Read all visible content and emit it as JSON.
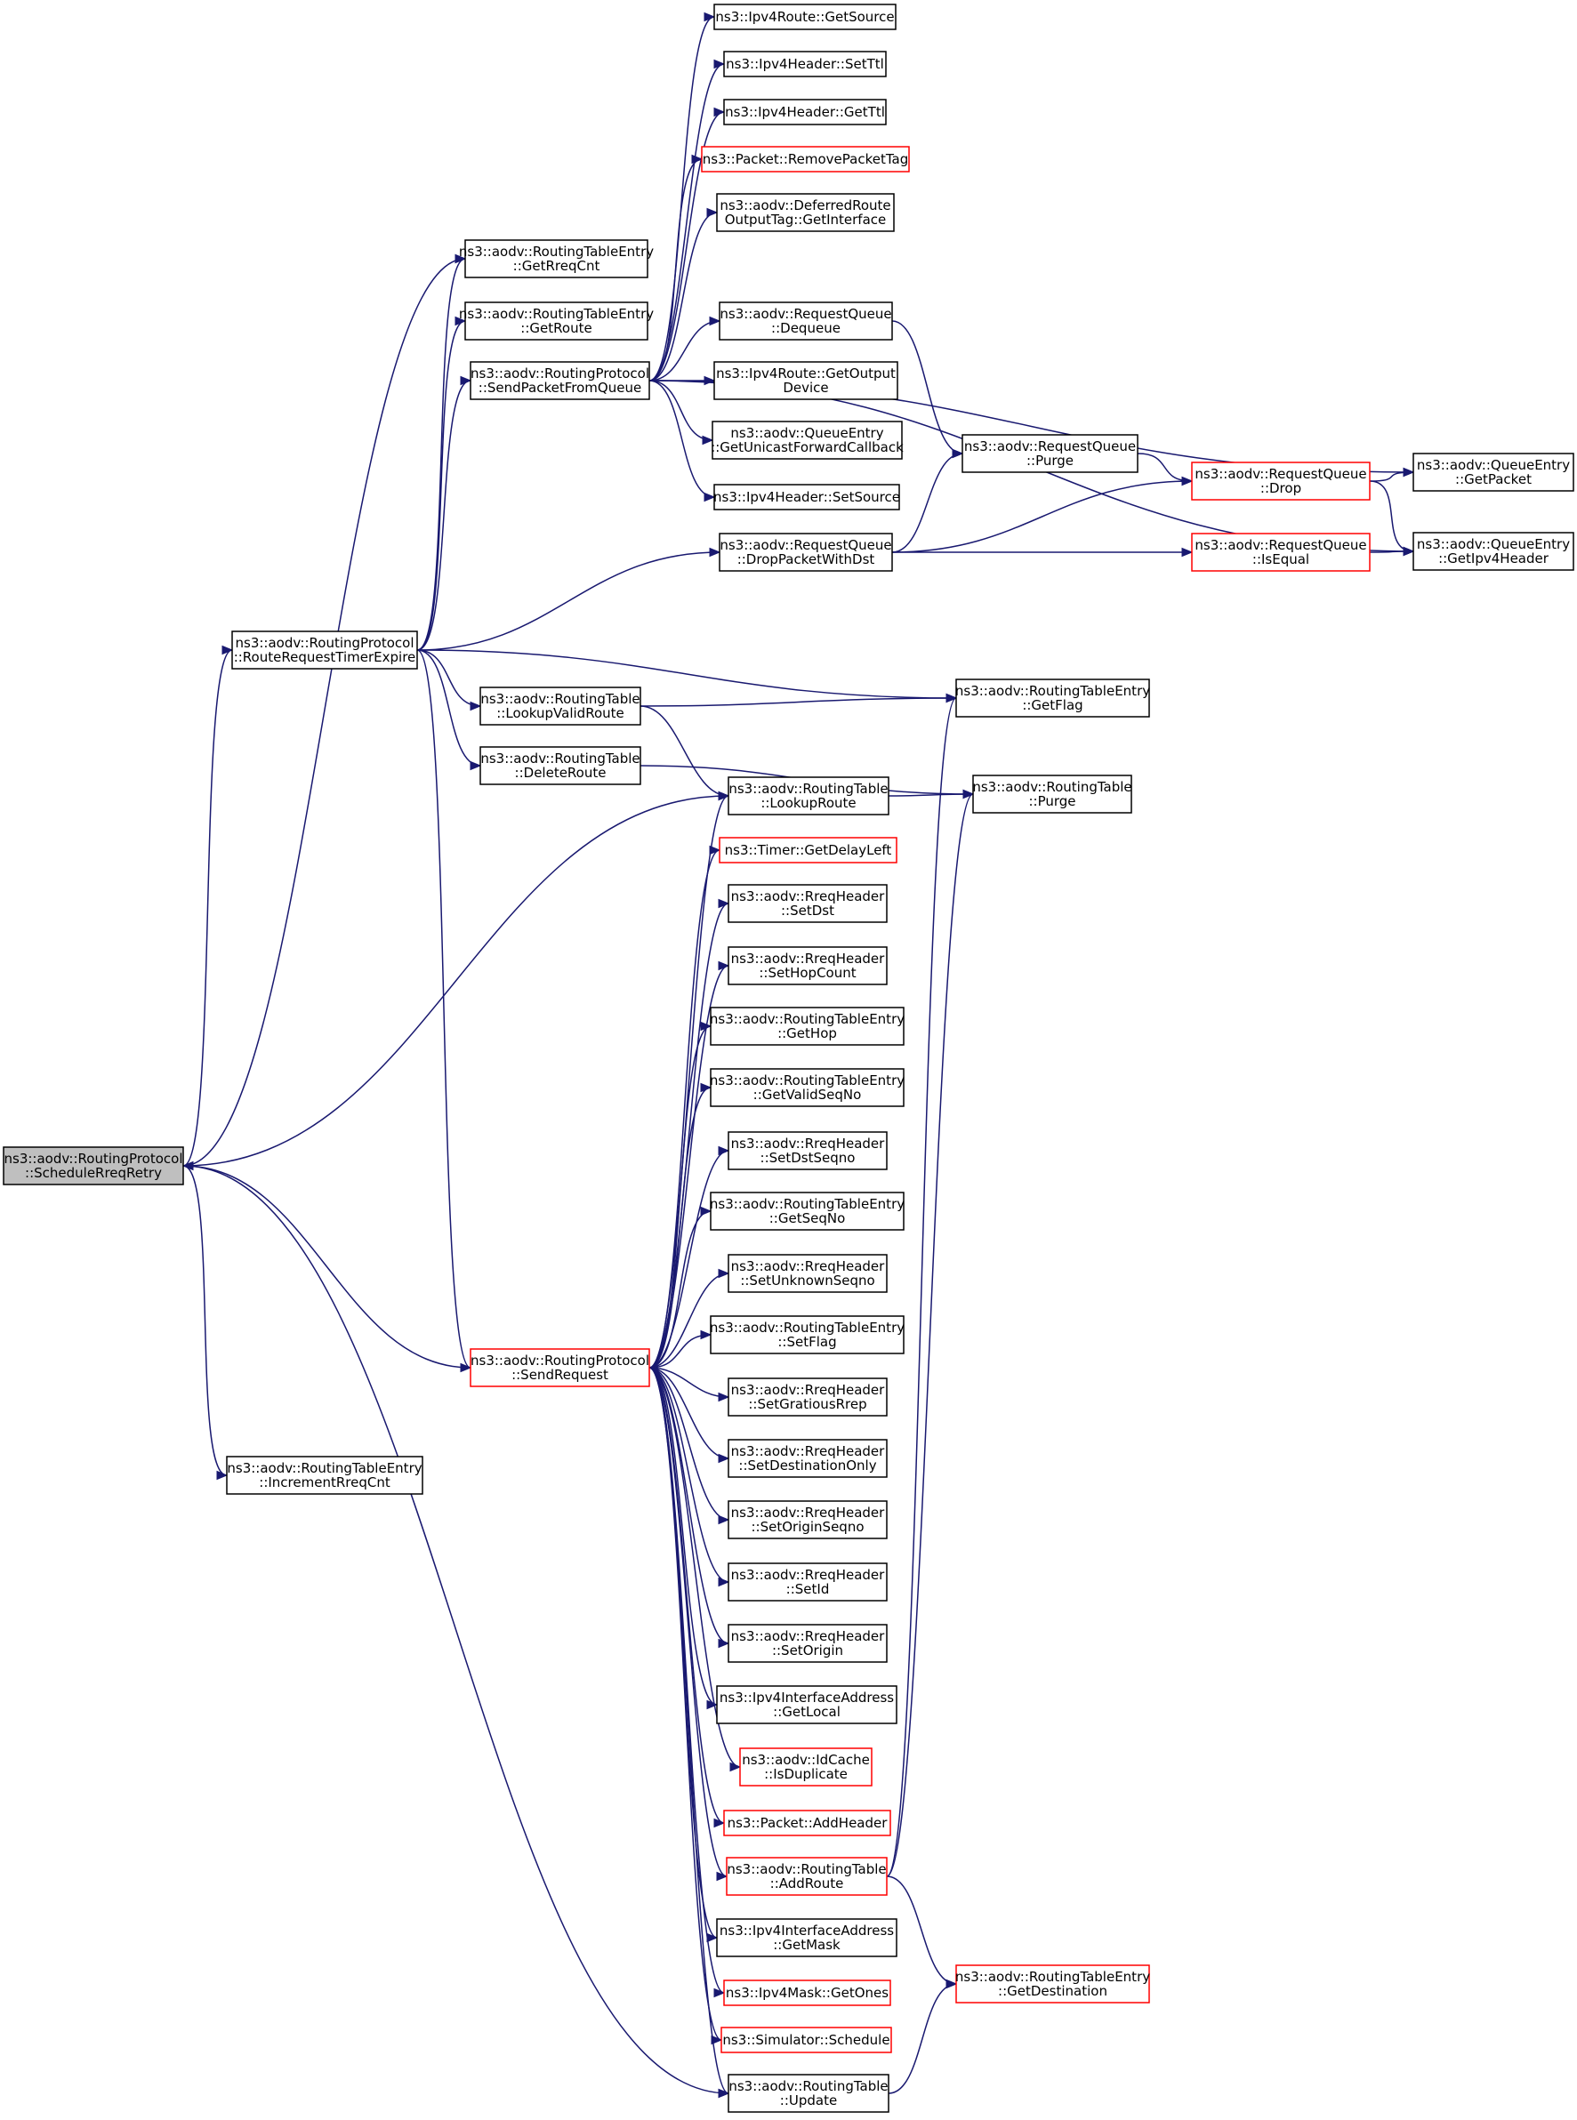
{
  "colors": {
    "edge": "#191970",
    "node_border": "#000000",
    "node_border_highlight": "#ff0000",
    "root_fill": "#bfbfbf"
  },
  "nodes": [
    {
      "id": "schedule_rreq_retry",
      "lines": [
        "ns3::aodv::RoutingProtocol",
        "::ScheduleRreqRetry"
      ],
      "style": "root"
    },
    {
      "id": "route_request_timer_expire",
      "lines": [
        "ns3::aodv::RoutingProtocol",
        "::RouteRequestTimerExpire"
      ],
      "style": "normal"
    },
    {
      "id": "increment_rreq_cnt",
      "lines": [
        "ns3::aodv::RoutingTableEntry",
        "::IncrementRreqCnt"
      ],
      "style": "normal"
    },
    {
      "id": "get_rreq_cnt",
      "lines": [
        "ns3::aodv::RoutingTableEntry",
        "::GetRreqCnt"
      ],
      "style": "normal"
    },
    {
      "id": "get_route",
      "lines": [
        "ns3::aodv::RoutingTableEntry",
        "::GetRoute"
      ],
      "style": "normal"
    },
    {
      "id": "send_packet_from_queue",
      "lines": [
        "ns3::aodv::RoutingProtocol",
        "::SendPacketFromQueue"
      ],
      "style": "normal"
    },
    {
      "id": "lookup_valid_route",
      "lines": [
        "ns3::aodv::RoutingTable",
        "::LookupValidRoute"
      ],
      "style": "normal"
    },
    {
      "id": "delete_route",
      "lines": [
        "ns3::aodv::RoutingTable",
        "::DeleteRoute"
      ],
      "style": "normal"
    },
    {
      "id": "send_request",
      "lines": [
        "ns3::aodv::RoutingProtocol",
        "::SendRequest"
      ],
      "style": "red"
    },
    {
      "id": "ipv4route_get_source",
      "lines": [
        "ns3::Ipv4Route::GetSource"
      ],
      "style": "normal"
    },
    {
      "id": "ipv4header_set_ttl",
      "lines": [
        "ns3::Ipv4Header::SetTtl"
      ],
      "style": "normal"
    },
    {
      "id": "ipv4header_get_ttl",
      "lines": [
        "ns3::Ipv4Header::GetTtl"
      ],
      "style": "normal"
    },
    {
      "id": "packet_remove_packet_tag",
      "lines": [
        "ns3::Packet::RemovePacketTag"
      ],
      "style": "red"
    },
    {
      "id": "deferred_get_interface",
      "lines": [
        "ns3::aodv::DeferredRoute",
        "OutputTag::GetInterface"
      ],
      "style": "normal"
    },
    {
      "id": "request_queue_dequeue",
      "lines": [
        "ns3::aodv::RequestQueue",
        "::Dequeue"
      ],
      "style": "normal"
    },
    {
      "id": "ipv4route_get_output_device",
      "lines": [
        "ns3::Ipv4Route::GetOutput",
        "Device"
      ],
      "style": "normal"
    },
    {
      "id": "queue_entry_get_ucb",
      "lines": [
        "ns3::aodv::QueueEntry",
        "::GetUnicastForwardCallback"
      ],
      "style": "normal"
    },
    {
      "id": "ipv4header_set_source",
      "lines": [
        "ns3::Ipv4Header::SetSource"
      ],
      "style": "normal"
    },
    {
      "id": "request_queue_drop_packet_with_dst",
      "lines": [
        "ns3::aodv::RequestQueue",
        "::DropPacketWithDst"
      ],
      "style": "normal"
    },
    {
      "id": "routing_table_lookup_route",
      "lines": [
        "ns3::aodv::RoutingTable",
        "::LookupRoute"
      ],
      "style": "normal"
    },
    {
      "id": "timer_get_delay_left",
      "lines": [
        "ns3::Timer::GetDelayLeft"
      ],
      "style": "red"
    },
    {
      "id": "rreq_set_dst",
      "lines": [
        "ns3::aodv::RreqHeader",
        "::SetDst"
      ],
      "style": "normal"
    },
    {
      "id": "rreq_set_hop_count",
      "lines": [
        "ns3::aodv::RreqHeader",
        "::SetHopCount"
      ],
      "style": "normal"
    },
    {
      "id": "rte_get_hop",
      "lines": [
        "ns3::aodv::RoutingTableEntry",
        "::GetHop"
      ],
      "style": "normal"
    },
    {
      "id": "rte_get_valid_seq_no",
      "lines": [
        "ns3::aodv::RoutingTableEntry",
        "::GetValidSeqNo"
      ],
      "style": "normal"
    },
    {
      "id": "rreq_set_dst_seqno",
      "lines": [
        "ns3::aodv::RreqHeader",
        "::SetDstSeqno"
      ],
      "style": "normal"
    },
    {
      "id": "rte_get_seq_no",
      "lines": [
        "ns3::aodv::RoutingTableEntry",
        "::GetSeqNo"
      ],
      "style": "normal"
    },
    {
      "id": "rreq_set_unknown_seqno",
      "lines": [
        "ns3::aodv::RreqHeader",
        "::SetUnknownSeqno"
      ],
      "style": "normal"
    },
    {
      "id": "rte_set_flag",
      "lines": [
        "ns3::aodv::RoutingTableEntry",
        "::SetFlag"
      ],
      "style": "normal"
    },
    {
      "id": "rreq_set_gratious_rrep",
      "lines": [
        "ns3::aodv::RreqHeader",
        "::SetGratiousRrep"
      ],
      "style": "normal"
    },
    {
      "id": "rreq_set_destination_only",
      "lines": [
        "ns3::aodv::RreqHeader",
        "::SetDestinationOnly"
      ],
      "style": "normal"
    },
    {
      "id": "rreq_set_origin_seqno",
      "lines": [
        "ns3::aodv::RreqHeader",
        "::SetOriginSeqno"
      ],
      "style": "normal"
    },
    {
      "id": "rreq_set_id",
      "lines": [
        "ns3::aodv::RreqHeader",
        "::SetId"
      ],
      "style": "normal"
    },
    {
      "id": "rreq_set_origin",
      "lines": [
        "ns3::aodv::RreqHeader",
        "::SetOrigin"
      ],
      "style": "normal"
    },
    {
      "id": "ipv4ia_get_local",
      "lines": [
        "ns3::Ipv4InterfaceAddress",
        "::GetLocal"
      ],
      "style": "normal"
    },
    {
      "id": "idcache_is_duplicate",
      "lines": [
        "ns3::aodv::IdCache",
        "::IsDuplicate"
      ],
      "style": "red"
    },
    {
      "id": "packet_add_header",
      "lines": [
        "ns3::Packet::AddHeader"
      ],
      "style": "red"
    },
    {
      "id": "routing_table_add_route",
      "lines": [
        "ns3::aodv::RoutingTable",
        "::AddRoute"
      ],
      "style": "red"
    },
    {
      "id": "ipv4ia_get_mask",
      "lines": [
        "ns3::Ipv4InterfaceAddress",
        "::GetMask"
      ],
      "style": "normal"
    },
    {
      "id": "ipv4mask_get_ones",
      "lines": [
        "ns3::Ipv4Mask::GetOnes"
      ],
      "style": "red"
    },
    {
      "id": "simulator_schedule",
      "lines": [
        "ns3::Simulator::Schedule"
      ],
      "style": "red"
    },
    {
      "id": "routing_table_update",
      "lines": [
        "ns3::aodv::RoutingTable",
        "::Update"
      ],
      "style": "normal"
    },
    {
      "id": "request_queue_purge",
      "lines": [
        "ns3::aodv::RequestQueue",
        "::Purge"
      ],
      "style": "normal"
    },
    {
      "id": "request_queue_drop",
      "lines": [
        "ns3::aodv::RequestQueue",
        "::Drop"
      ],
      "style": "red"
    },
    {
      "id": "request_queue_is_equal",
      "lines": [
        "ns3::aodv::RequestQueue",
        "::IsEqual"
      ],
      "style": "red"
    },
    {
      "id": "rte_get_flag",
      "lines": [
        "ns3::aodv::RoutingTableEntry",
        "::GetFlag"
      ],
      "style": "normal"
    },
    {
      "id": "routing_table_purge",
      "lines": [
        "ns3::aodv::RoutingTable",
        "::Purge"
      ],
      "style": "normal"
    },
    {
      "id": "rte_get_destination",
      "lines": [
        "ns3::aodv::RoutingTableEntry",
        "::GetDestination"
      ],
      "style": "red"
    },
    {
      "id": "queue_entry_get_packet",
      "lines": [
        "ns3::aodv::QueueEntry",
        "::GetPacket"
      ],
      "style": "normal"
    },
    {
      "id": "queue_entry_get_ipv4_header",
      "lines": [
        "ns3::aodv::QueueEntry",
        "::GetIpv4Header"
      ],
      "style": "normal"
    }
  ],
  "edges": [
    [
      "schedule_rreq_retry",
      "get_rreq_cnt"
    ],
    [
      "schedule_rreq_retry",
      "route_request_timer_expire"
    ],
    [
      "schedule_rreq_retry",
      "routing_table_lookup_route"
    ],
    [
      "schedule_rreq_retry",
      "increment_rreq_cnt"
    ],
    [
      "schedule_rreq_retry",
      "routing_table_update"
    ],
    [
      "send_request",
      "schedule_rreq_retry"
    ],
    [
      "route_request_timer_expire",
      "get_rreq_cnt"
    ],
    [
      "route_request_timer_expire",
      "get_route"
    ],
    [
      "route_request_timer_expire",
      "send_packet_from_queue"
    ],
    [
      "route_request_timer_expire",
      "request_queue_drop_packet_with_dst"
    ],
    [
      "route_request_timer_expire",
      "rte_get_flag"
    ],
    [
      "route_request_timer_expire",
      "lookup_valid_route"
    ],
    [
      "route_request_timer_expire",
      "delete_route"
    ],
    [
      "route_request_timer_expire",
      "send_request"
    ],
    [
      "send_packet_from_queue",
      "ipv4route_get_source"
    ],
    [
      "send_packet_from_queue",
      "ipv4header_set_ttl"
    ],
    [
      "send_packet_from_queue",
      "ipv4header_get_ttl"
    ],
    [
      "send_packet_from_queue",
      "packet_remove_packet_tag"
    ],
    [
      "send_packet_from_queue",
      "deferred_get_interface"
    ],
    [
      "send_packet_from_queue",
      "request_queue_dequeue"
    ],
    [
      "send_packet_from_queue",
      "ipv4route_get_output_device"
    ],
    [
      "send_packet_from_queue",
      "queue_entry_get_ucb"
    ],
    [
      "send_packet_from_queue",
      "ipv4header_set_source"
    ],
    [
      "send_packet_from_queue",
      "queue_entry_get_packet"
    ],
    [
      "send_packet_from_queue",
      "queue_entry_get_ipv4_header"
    ],
    [
      "request_queue_dequeue",
      "request_queue_purge"
    ],
    [
      "request_queue_purge",
      "request_queue_drop"
    ],
    [
      "request_queue_drop",
      "queue_entry_get_packet"
    ],
    [
      "request_queue_drop",
      "queue_entry_get_ipv4_header"
    ],
    [
      "request_queue_drop_packet_with_dst",
      "request_queue_purge"
    ],
    [
      "request_queue_drop_packet_with_dst",
      "request_queue_drop"
    ],
    [
      "request_queue_drop_packet_with_dst",
      "request_queue_is_equal"
    ],
    [
      "request_queue_is_equal",
      "queue_entry_get_ipv4_header"
    ],
    [
      "lookup_valid_route",
      "rte_get_flag"
    ],
    [
      "lookup_valid_route",
      "routing_table_lookup_route"
    ],
    [
      "delete_route",
      "routing_table_purge"
    ],
    [
      "routing_table_lookup_route",
      "routing_table_purge"
    ],
    [
      "send_request",
      "routing_table_lookup_route"
    ],
    [
      "send_request",
      "timer_get_delay_left"
    ],
    [
      "send_request",
      "rreq_set_dst"
    ],
    [
      "send_request",
      "rreq_set_hop_count"
    ],
    [
      "send_request",
      "rte_get_hop"
    ],
    [
      "send_request",
      "rte_get_valid_seq_no"
    ],
    [
      "send_request",
      "rreq_set_dst_seqno"
    ],
    [
      "send_request",
      "rte_get_seq_no"
    ],
    [
      "send_request",
      "rreq_set_unknown_seqno"
    ],
    [
      "send_request",
      "rte_set_flag"
    ],
    [
      "send_request",
      "rreq_set_gratious_rrep"
    ],
    [
      "send_request",
      "rreq_set_destination_only"
    ],
    [
      "send_request",
      "rreq_set_origin_seqno"
    ],
    [
      "send_request",
      "rreq_set_id"
    ],
    [
      "send_request",
      "rreq_set_origin"
    ],
    [
      "send_request",
      "ipv4ia_get_local"
    ],
    [
      "send_request",
      "idcache_is_duplicate"
    ],
    [
      "send_request",
      "packet_add_header"
    ],
    [
      "send_request",
      "routing_table_add_route"
    ],
    [
      "send_request",
      "ipv4ia_get_mask"
    ],
    [
      "send_request",
      "ipv4mask_get_ones"
    ],
    [
      "send_request",
      "simulator_schedule"
    ],
    [
      "send_request",
      "routing_table_update"
    ],
    [
      "routing_table_add_route",
      "rte_get_flag"
    ],
    [
      "routing_table_add_route",
      "routing_table_purge"
    ],
    [
      "routing_table_add_route",
      "rte_get_destination"
    ],
    [
      "routing_table_update",
      "rte_get_destination"
    ]
  ]
}
